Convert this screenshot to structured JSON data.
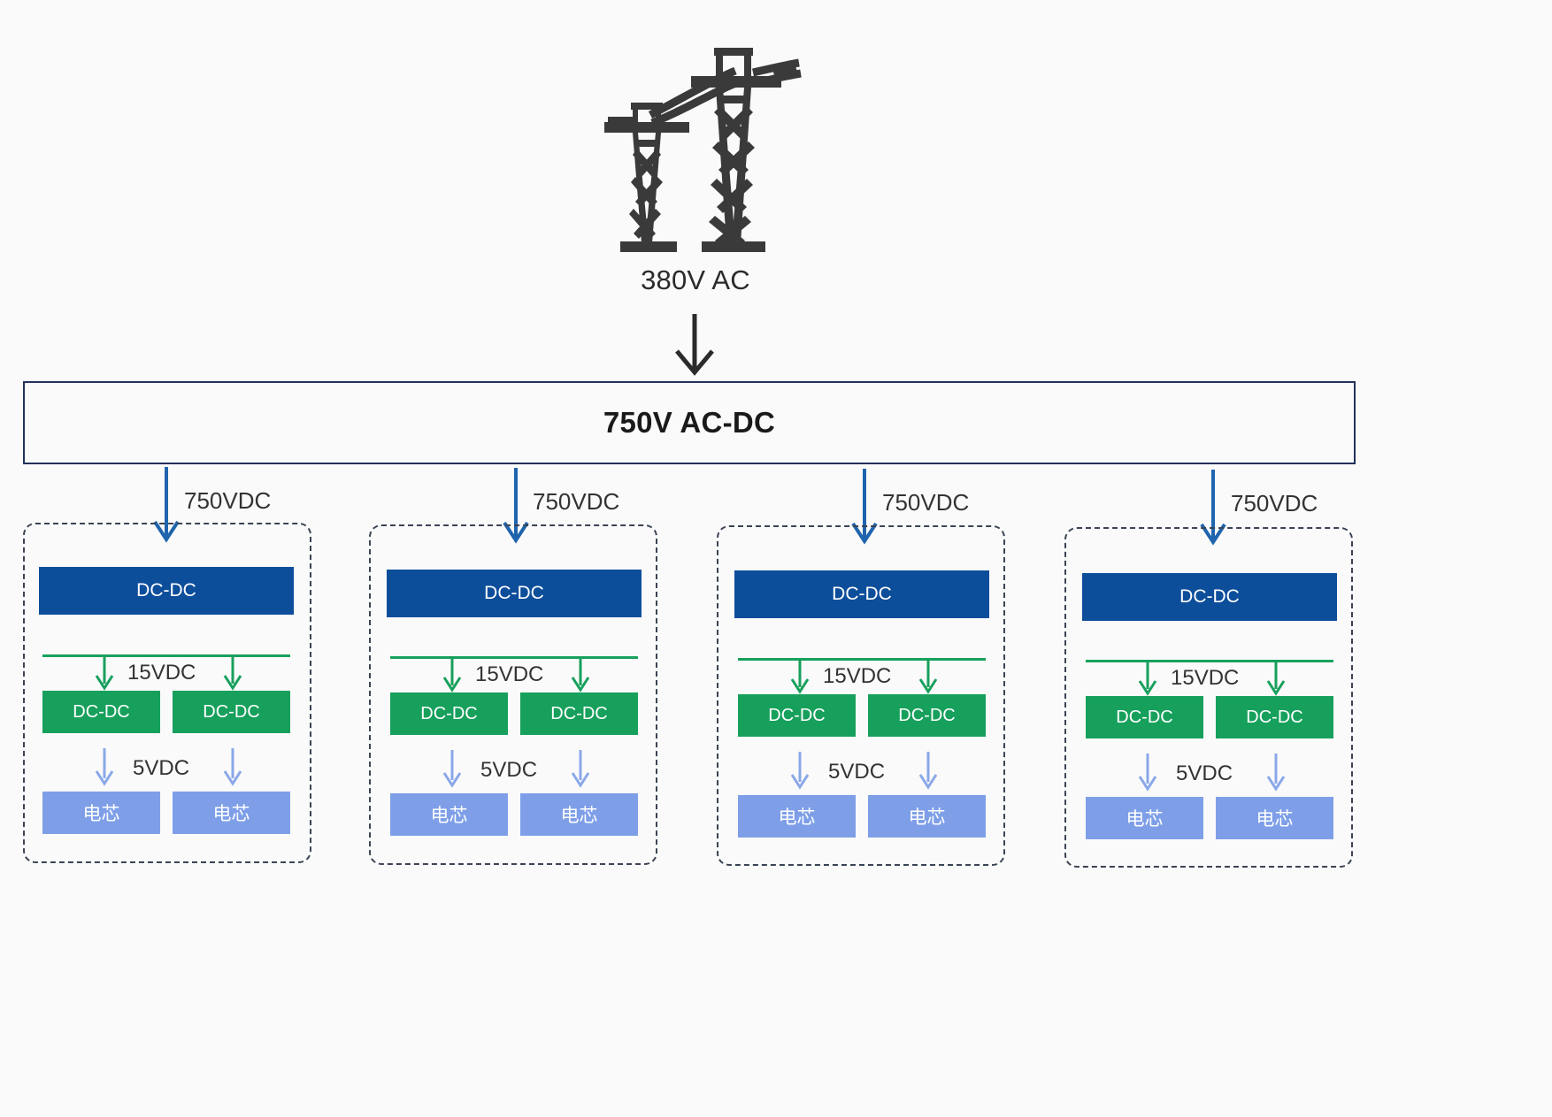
{
  "diagram": {
    "title_icon": "transmission-tower-icon",
    "source_label": "380V AC",
    "converter_label": "750V AC-DC",
    "colors": {
      "background": "#fafafa",
      "acdc_border": "#22315c",
      "feeder_arrow": "#1f64ad",
      "dcdc_blue": "#0d4e9b",
      "green": "#17a05c",
      "cell_blue": "#7e9fe8",
      "text": "#333333"
    },
    "feeder_label": "750VDC",
    "mid_label_15": "15VDC",
    "mid_label_5": "5VDC",
    "dcdc_label": "DC-DC",
    "cell_label": "电芯",
    "groups": [
      {
        "feeder_label": "750VDC",
        "dcdc_top": "DC-DC",
        "bus_label": "15VDC",
        "dcdc_mid": [
          "DC-DC",
          "DC-DC"
        ],
        "cell_label": "5VDC",
        "cells": [
          "电芯",
          "电芯"
        ]
      },
      {
        "feeder_label": "750VDC",
        "dcdc_top": "DC-DC",
        "bus_label": "15VDC",
        "dcdc_mid": [
          "DC-DC",
          "DC-DC"
        ],
        "cell_label": "5VDC",
        "cells": [
          "电芯",
          "电芯"
        ]
      },
      {
        "feeder_label": "750VDC",
        "dcdc_top": "DC-DC",
        "bus_label": "15VDC",
        "dcdc_mid": [
          "DC-DC",
          "DC-DC"
        ],
        "cell_label": "5VDC",
        "cells": [
          "电芯",
          "电芯"
        ]
      },
      {
        "feeder_label": "750VDC",
        "dcdc_top": "DC-DC",
        "bus_label": "15VDC",
        "dcdc_mid": [
          "DC-DC",
          "DC-DC"
        ],
        "cell_label": "5VDC",
        "cells": [
          "电芯",
          "电芯"
        ]
      }
    ]
  }
}
